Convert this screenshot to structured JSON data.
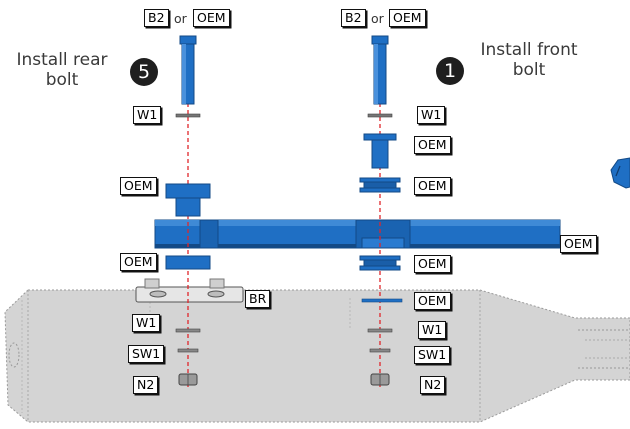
{
  "steps": {
    "rear": {
      "number": "5",
      "text_line1": "Install rear",
      "text_line2": "bolt"
    },
    "front": {
      "number": "1",
      "text_line1": "Install front",
      "text_line2": "bolt"
    }
  },
  "labels": {
    "rear_bolt_part": "B2",
    "rear_bolt_or": "or",
    "rear_bolt_alt": "OEM",
    "front_bolt_part": "B2",
    "front_bolt_or": "or",
    "front_bolt_alt": "OEM",
    "rear_washer_top": "W1",
    "front_washer_top": "W1",
    "front_spacer_top": "OEM",
    "front_bushing_top": "OEM",
    "rear_bushing_top": "OEM",
    "bracket_arm": "OEM",
    "rear_bushing_bottom": "OEM",
    "front_bushing_bottom": "OEM",
    "bracket_br": "BR",
    "front_washer_mid": "OEM",
    "rear_washer_w1": "W1",
    "front_washer_w1": "W1",
    "rear_spring_washer": "SW1",
    "front_spring_washer": "SW1",
    "rear_nut": "N2",
    "front_nut": "N2"
  },
  "colors": {
    "part_blue": "#1f6fc4",
    "part_blue_dark": "#134a86",
    "muffler_gray": "#d4d4d4",
    "axis_red": "#e0262b"
  }
}
